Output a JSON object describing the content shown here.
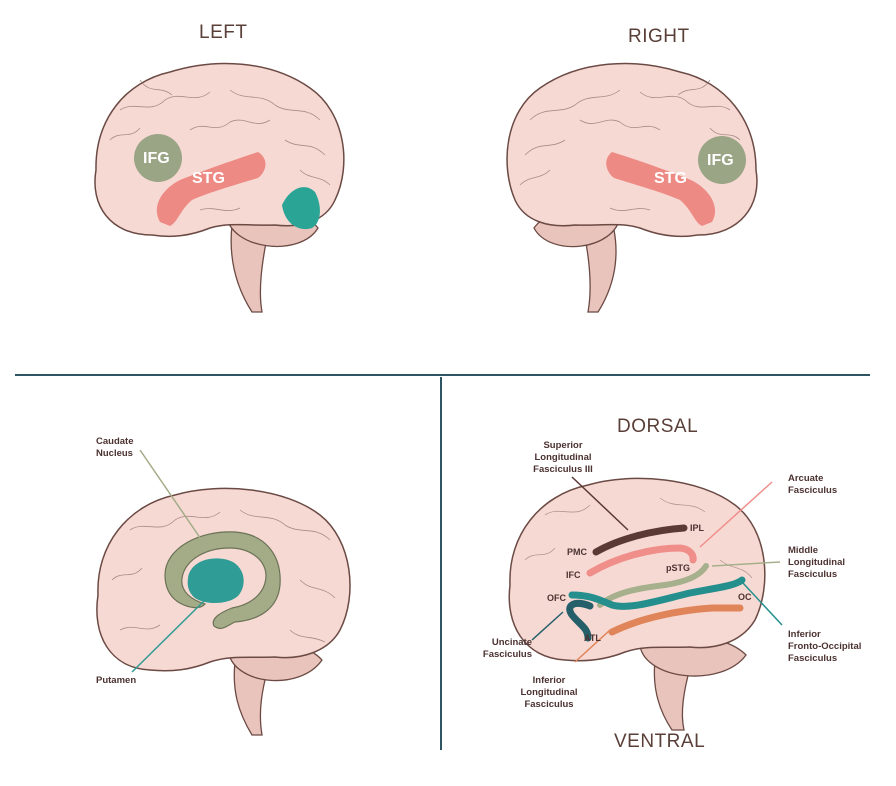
{
  "top": {
    "left_title": "LEFT",
    "right_title": "RIGHT",
    "left_regions": {
      "ifg": "IFG",
      "stg": "STG"
    },
    "right_regions": {
      "ifg": "IFG",
      "stg": "STG"
    }
  },
  "bottom_left": {
    "caudate": "Caudate\nNucleus",
    "putamen": "Putamen"
  },
  "bottom_right": {
    "dorsal": "DORSAL",
    "ventral": "VENTRAL",
    "regions": {
      "pmc": "PMC",
      "ifc": "IFC",
      "ofc": "OFC",
      "atl": "ATL",
      "ipl": "IPL",
      "pstg": "pSTG",
      "oc": "OC"
    },
    "tracts": {
      "slf3": "Superior\nLongitudinal\nFasciculus III",
      "arcuate": "Arcuate\nFasciculus",
      "mlf": "Middle\nLongitudinal\nFasciculus",
      "ifof": "Inferior\nFronto-Occipital\nFasciculus",
      "uncinate": "Uncinate\nFasciculus",
      "ilf": "Inferior\nLongitudinal\nFasciculus"
    }
  },
  "colors": {
    "brain": "#f7d9d4",
    "brain_outline": "#6b4a44",
    "cerebellum": "#e9c4bd",
    "ifg": "#8f9f7c",
    "stg": "#ee8a84",
    "teal": "#2aa495",
    "divider": "#2d5562",
    "slf": "#5b3a35",
    "arcuate": "#f08e8a",
    "mlf": "#a6b08c",
    "ifof": "#248f8c",
    "uncinate": "#255f6a",
    "ilf": "#e0855a",
    "caudate": "#a3ab87",
    "putamen": "#2f9c95"
  }
}
